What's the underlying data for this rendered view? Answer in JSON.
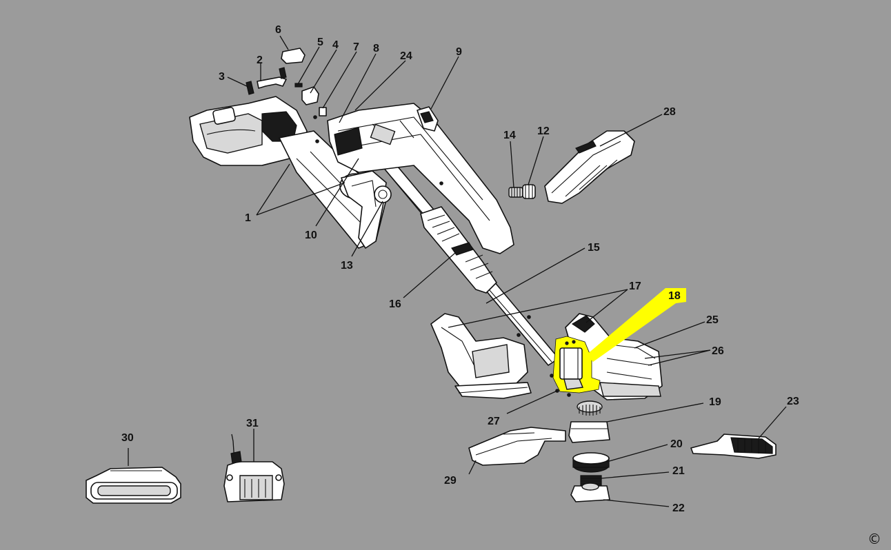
{
  "diagram": {
    "highlight_color": "#ffff00",
    "background_color": "#9b9b9b",
    "highlighted_part": "18",
    "callouts": [
      "1",
      "2",
      "3",
      "4",
      "5",
      "6",
      "7",
      "8",
      "9",
      "10",
      "12",
      "13",
      "14",
      "15",
      "16",
      "17",
      "18",
      "19",
      "20",
      "21",
      "22",
      "23",
      "24",
      "25",
      "26",
      "27",
      "28",
      "29",
      "30",
      "31"
    ],
    "copyright_symbol": "©"
  }
}
